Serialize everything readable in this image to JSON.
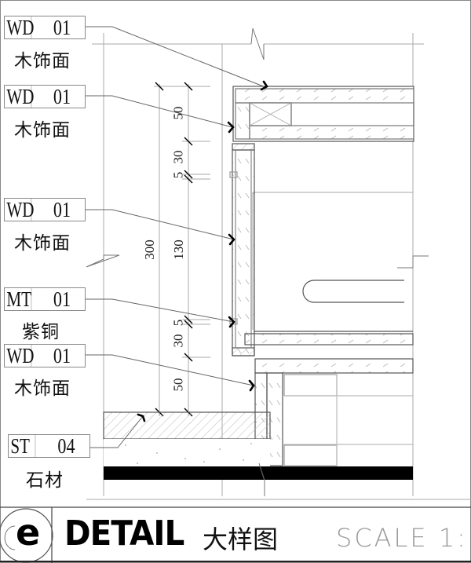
{
  "drawing": {
    "callouts": [
      {
        "code": "WD",
        "number": "01",
        "material": "木饰面"
      },
      {
        "code": "WD",
        "number": "01",
        "material": "木饰面"
      },
      {
        "code": "WD",
        "number": "01",
        "material": "木饰面"
      },
      {
        "code": "MT",
        "number": "01",
        "material": "紫铜"
      },
      {
        "code": "WD",
        "number": "01",
        "material": "木饰面"
      },
      {
        "code": "ST",
        "number": "04",
        "material": "石材"
      }
    ],
    "dimensions": {
      "overall": "300",
      "chain": [
        "50",
        "30",
        "5",
        "130",
        "5",
        "30",
        "50"
      ]
    }
  },
  "title_block": {
    "detail_letter": "e",
    "title_en": "DETAIL",
    "title_cn": "大样图",
    "scale_label": "SCALE 1:"
  },
  "colors": {
    "line": "#555555",
    "thin": "#aaaaaa",
    "ink": "#000000"
  }
}
